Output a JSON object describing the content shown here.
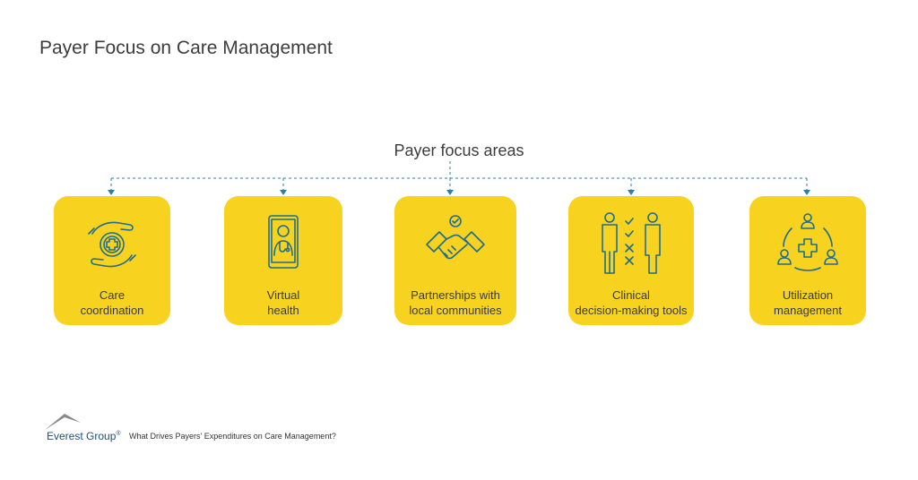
{
  "header": {
    "title": "Payer Focus on Care Management"
  },
  "diagram": {
    "heading": "Payer focus areas",
    "items": [
      {
        "line1": "Care",
        "line2": "coordination",
        "icon": "care-hands-icon"
      },
      {
        "line1": "Virtual",
        "line2": "health",
        "icon": "tablet-doctor-icon"
      },
      {
        "line1": "Partnerships with",
        "line2": "local communities",
        "icon": "handshake-icon"
      },
      {
        "line1": "Clinical",
        "line2": "decision-making tools",
        "icon": "doctors-checklist-icon"
      },
      {
        "line1": "Utilization",
        "line2": "management",
        "icon": "people-cycle-icon"
      }
    ],
    "colors": {
      "card": "#f7d21e",
      "icon_stroke": "#1e6c8f",
      "connector": "#2b7fa8"
    }
  },
  "footer": {
    "brand": "Everest Group",
    "brand_mark": "®",
    "caption": "What Drives Payers' Expenditures on Care Management?"
  }
}
